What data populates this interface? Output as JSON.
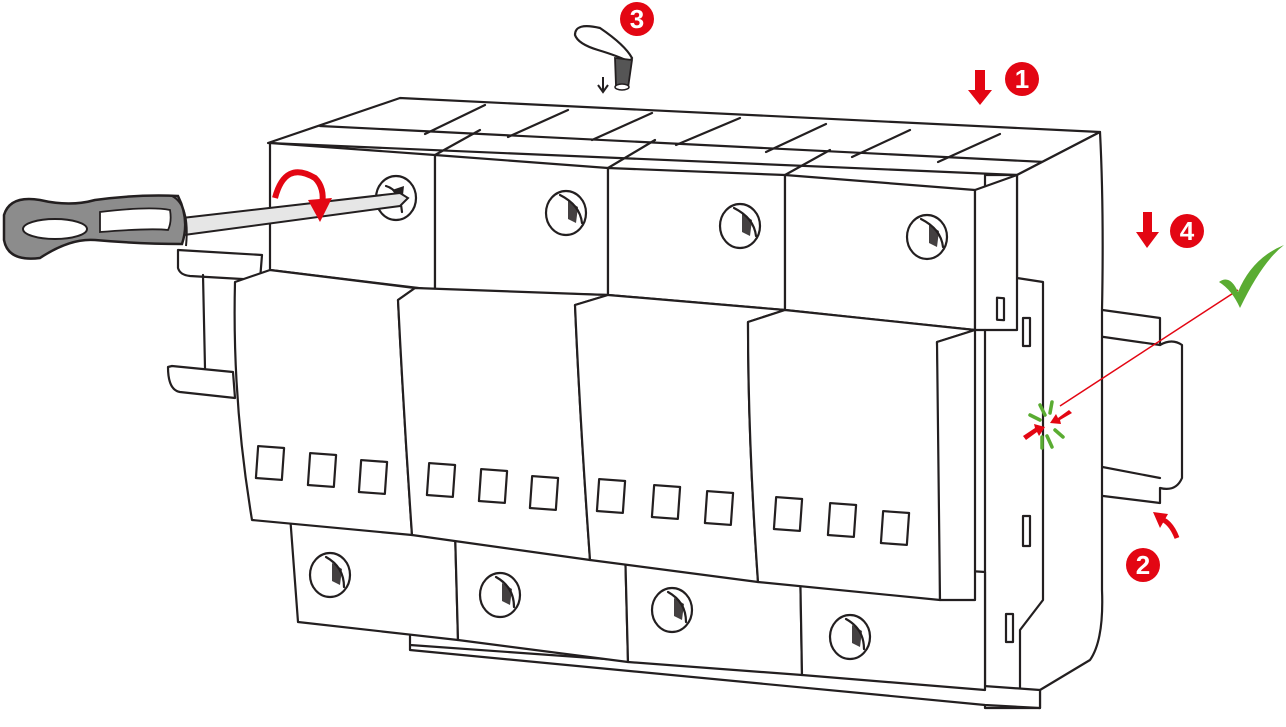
{
  "diagram": {
    "subject": "4-pole DIN-rail surge protective device installation",
    "colors": {
      "step_badge": "#e30613",
      "arrow": "#e30613",
      "check": "#5aac32",
      "click_burst": "#5aac32",
      "outline": "#231f20",
      "screwdriver_handle": "#8c8c8c"
    },
    "steps": [
      {
        "number": "1",
        "action": "push module down",
        "icon": "down-arrow"
      },
      {
        "number": "2",
        "action": "hook onto DIN rail bottom edge",
        "icon": "curved-arrow"
      },
      {
        "number": "3",
        "action": "insert stripped wire into terminal",
        "icon": "wire"
      },
      {
        "number": "4",
        "action": "press down until it clicks on DIN rail",
        "icon": "down-arrow"
      }
    ],
    "modules": 4,
    "indicators": {
      "correct": "check-mark",
      "click": "snap-burst"
    }
  }
}
